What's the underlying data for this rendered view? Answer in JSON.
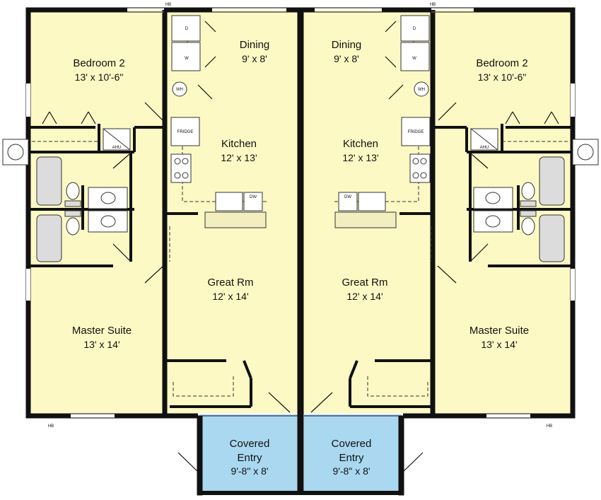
{
  "colors": {
    "floor": "#fdf9c4",
    "entry": "#a9d8f0",
    "wall": "#111111",
    "fixture": "#dcdcdc"
  },
  "left_unit": {
    "bedroom": {
      "name": "Bedroom 2",
      "dims": "13' x 10'-6\""
    },
    "dining": {
      "name": "Dining",
      "dims": "9' x 8'"
    },
    "kitchen": {
      "name": "Kitchen",
      "dims": "12' x 13'"
    },
    "great_room": {
      "name": "Great Rm",
      "dims": "12' x 14'"
    },
    "master": {
      "name": "Master Suite",
      "dims": "13' x 14'"
    },
    "entry": {
      "line1": "Covered",
      "line2": "Entry",
      "dims": "9'-8\" x 8'"
    }
  },
  "right_unit": {
    "bedroom": {
      "name": "Bedroom 2",
      "dims": "13' x 10'-6\""
    },
    "dining": {
      "name": "Dining",
      "dims": "9' x 8'"
    },
    "kitchen": {
      "name": "Kitchen",
      "dims": "12' x 13'"
    },
    "great_room": {
      "name": "Great Rm",
      "dims": "12' x 14'"
    },
    "master": {
      "name": "Master Suite",
      "dims": "13' x 14'"
    },
    "entry": {
      "line1": "Covered",
      "line2": "Entry",
      "dims": "9'-8\" x 8'"
    }
  },
  "tags": {
    "hose_bib": "HB",
    "water_heater": "WH",
    "air_handler": "AHU",
    "fridge": "FRIDGE",
    "dishwasher": "DW",
    "dryer": "D",
    "washer": "W"
  }
}
